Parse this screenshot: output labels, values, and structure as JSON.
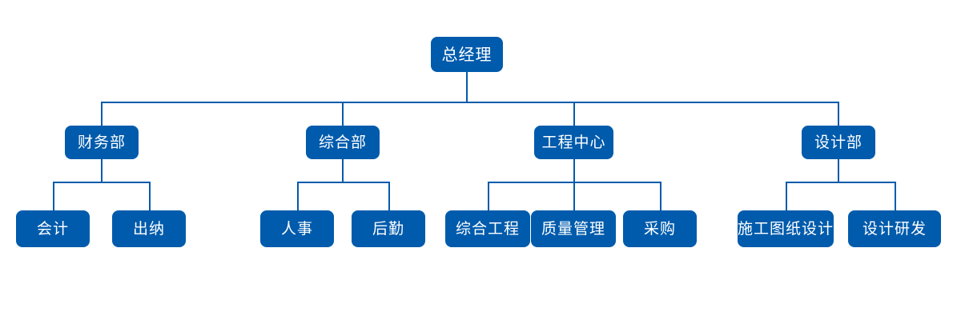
{
  "diagram": {
    "type": "organization-chart",
    "title": "",
    "colors": {
      "node_fill": "#005BAC",
      "node_text": "#FFFFFF",
      "connector": "#005BAC",
      "background": "#FFFFFF"
    },
    "nodes": {
      "root": {
        "label": "总经理"
      },
      "level1": [
        {
          "label": "财务部"
        },
        {
          "label": "综合部"
        },
        {
          "label": "工程中心"
        },
        {
          "label": "设计部"
        }
      ],
      "level2": [
        {
          "label": "会计"
        },
        {
          "label": "出纳"
        },
        {
          "label": "人事"
        },
        {
          "label": "后勤"
        },
        {
          "label": "综合工程"
        },
        {
          "label": "质量管理"
        },
        {
          "label": "采购"
        },
        {
          "label": "施工图纸设计"
        },
        {
          "label": "设计研发"
        }
      ]
    },
    "hierarchy": [
      {
        "label": "财务部",
        "children": [
          "会计",
          "出纳"
        ]
      },
      {
        "label": "综合部",
        "children": [
          "人事",
          "后勤"
        ]
      },
      {
        "label": "工程中心",
        "children": [
          "综合工程",
          "质量管理",
          "采购"
        ]
      },
      {
        "label": "设计部",
        "children": [
          "施工图纸设计",
          "设计研发"
        ]
      }
    ]
  }
}
